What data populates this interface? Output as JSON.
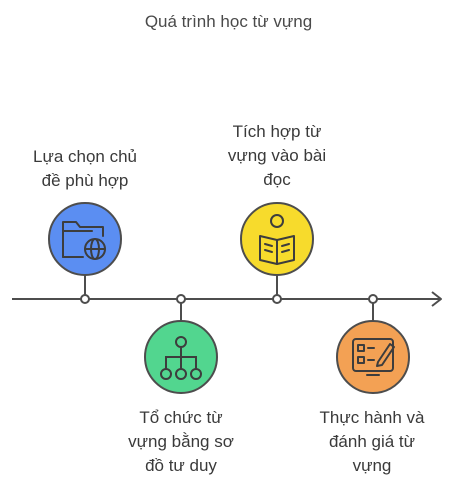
{
  "title": "Quá trình học từ vựng",
  "colors": {
    "timeline": "#4d4d4d",
    "node_fill": "#ffffff",
    "icon_stroke": "#3d3d3d"
  },
  "steps": [
    {
      "lines": [
        "Lựa chọn chủ",
        "đề phù hợp"
      ],
      "icon": "folder-globe-icon",
      "color": "#5b8ef2",
      "position": "above"
    },
    {
      "lines": [
        "Tổ chức từ",
        "vựng bằng sơ",
        "đồ tư duy"
      ],
      "icon": "hierarchy-icon",
      "color": "#52d68f",
      "position": "below"
    },
    {
      "lines": [
        "Tích hợp từ",
        "vựng vào bài",
        "đọc"
      ],
      "icon": "reading-person-icon",
      "color": "#f7db2c",
      "position": "above"
    },
    {
      "lines": [
        "Thực hành và",
        "đánh giá từ",
        "vựng"
      ],
      "icon": "checklist-pen-icon",
      "color": "#f3a154",
      "position": "below"
    }
  ]
}
